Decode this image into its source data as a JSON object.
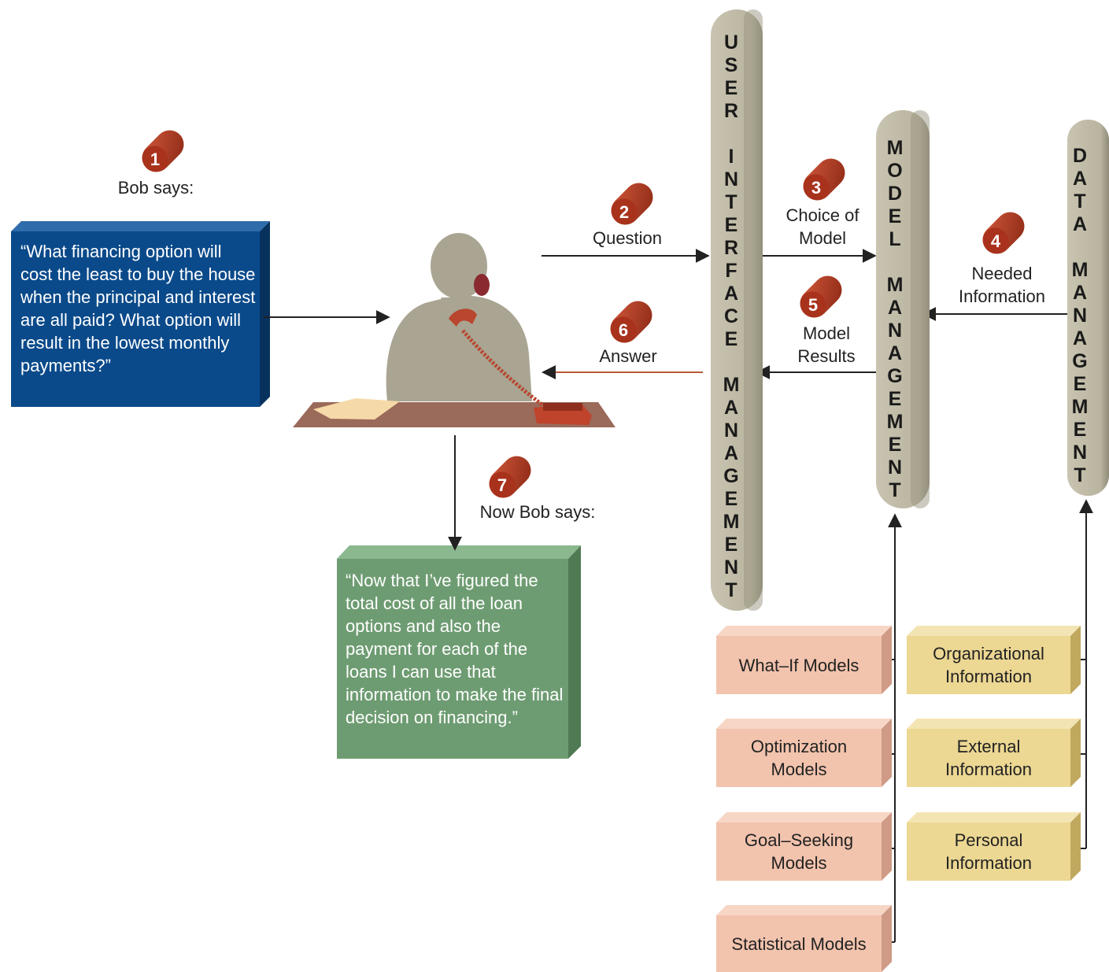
{
  "steps": [
    {
      "num": "1",
      "label": "Bob says:"
    },
    {
      "num": "2",
      "label": "Question"
    },
    {
      "num": "3",
      "label": "Choice of\nModel"
    },
    {
      "num": "4",
      "label": "Needed\nInformation"
    },
    {
      "num": "5",
      "label": "Model\nResults"
    },
    {
      "num": "6",
      "label": "Answer"
    },
    {
      "num": "7",
      "label": "Now Bob says:"
    }
  ],
  "quotes": {
    "first": "“What financing option will cost the least to buy the house when the principal and interest are all paid? What option will result in the lowest monthly payments?”",
    "second": "“Now that I’ve figured the total cost of all the loan options and also the payment for each of the loans I can use that information to make the final decision on financing.”"
  },
  "pillars": {
    "user_interface": [
      "USER",
      "INTERFACE",
      "MANAGEMENT"
    ],
    "model": [
      "MODEL",
      "MANAGEMENT"
    ],
    "data": [
      "DATA",
      "MANAGEMENT"
    ]
  },
  "models": [
    "What–If Models",
    "Optimization Models",
    "Goal–Seeking Models",
    "Statistical Models"
  ],
  "information": [
    "Organizational Information",
    "External Information",
    "Personal Information"
  ],
  "colors": {
    "blue_box": "#0a4a8a",
    "green_box": "#6e9c72",
    "pillar": "#bcb7a4",
    "model_box": "#f2c3ad",
    "info_box": "#ecd793",
    "badge": "#b43c22",
    "figure": "#a9a592"
  }
}
